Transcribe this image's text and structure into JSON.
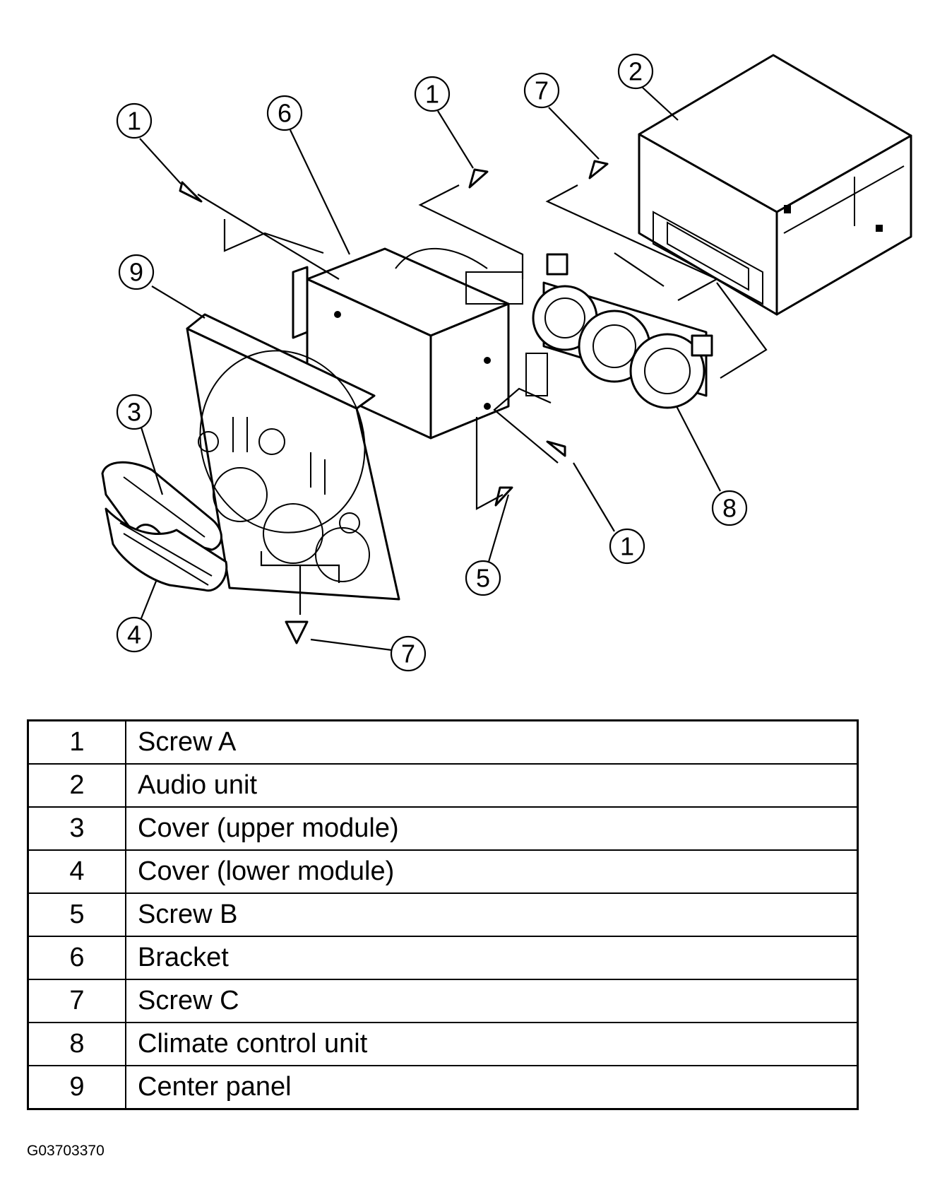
{
  "callouts": [
    "1",
    "6",
    "1",
    "7",
    "2",
    "9",
    "3",
    "4",
    "7",
    "5",
    "1",
    "8"
  ],
  "parts": [
    {
      "num": "1",
      "name": "Screw A"
    },
    {
      "num": "2",
      "name": "Audio unit"
    },
    {
      "num": "3",
      "name": "Cover (upper module)"
    },
    {
      "num": "4",
      "name": "Cover (lower module)"
    },
    {
      "num": "5",
      "name": "Screw B"
    },
    {
      "num": "6",
      "name": "Bracket"
    },
    {
      "num": "7",
      "name": "Screw C"
    },
    {
      "num": "8",
      "name": "Climate control unit"
    },
    {
      "num": "9",
      "name": "Center panel"
    }
  ],
  "figure_code": "G03703370"
}
